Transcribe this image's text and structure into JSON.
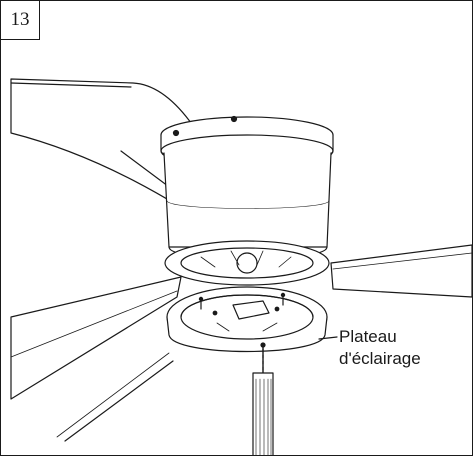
{
  "step_number": "13",
  "callout": {
    "line1": "Plateau",
    "line2": "d'éclairage"
  }
}
